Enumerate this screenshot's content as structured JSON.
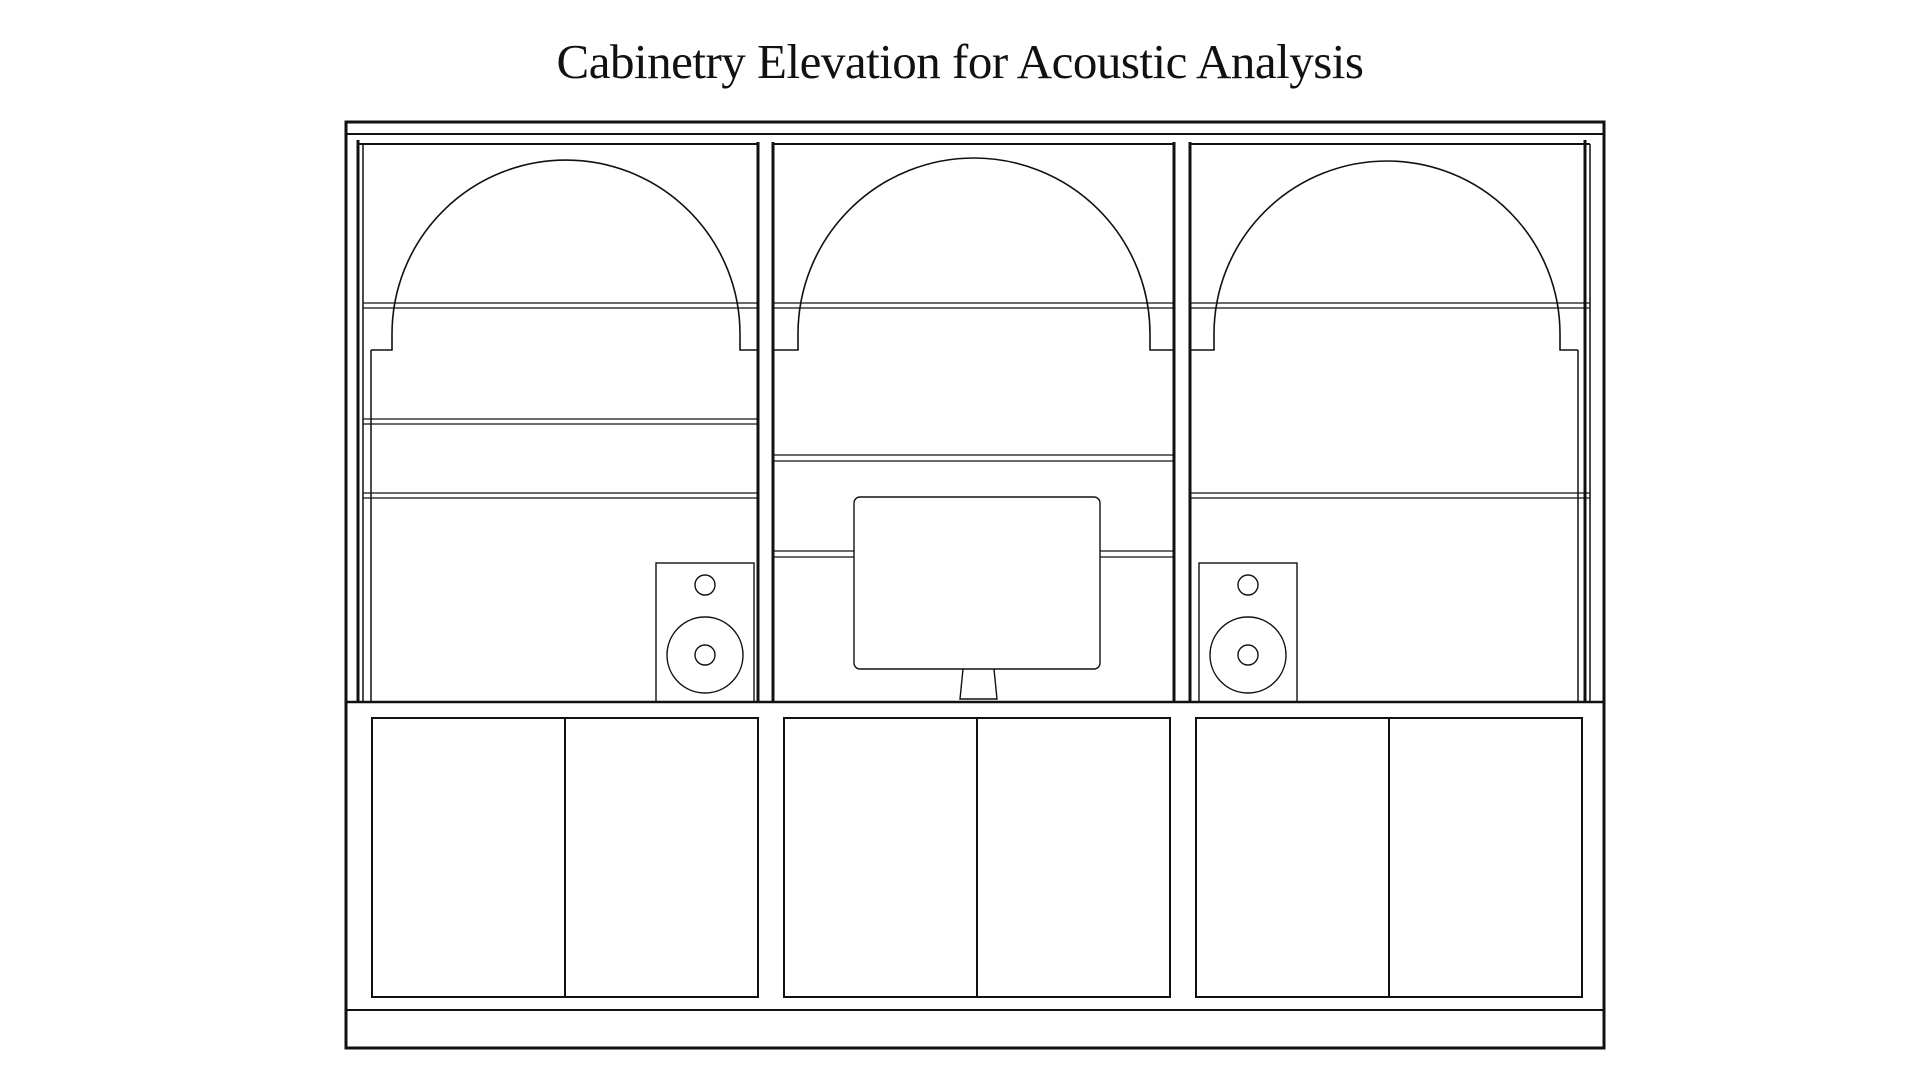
{
  "title": "Cabinetry Elevation for Acoustic Analysis",
  "colors": {
    "background": "#ffffff",
    "line": "#111111"
  },
  "elements": {
    "upper_bays": [
      "left-bay",
      "center-bay",
      "right-bay"
    ],
    "lower_cabinet_doors": 6,
    "speakers": [
      "left-speaker",
      "right-speaker"
    ],
    "display": "monitor"
  }
}
